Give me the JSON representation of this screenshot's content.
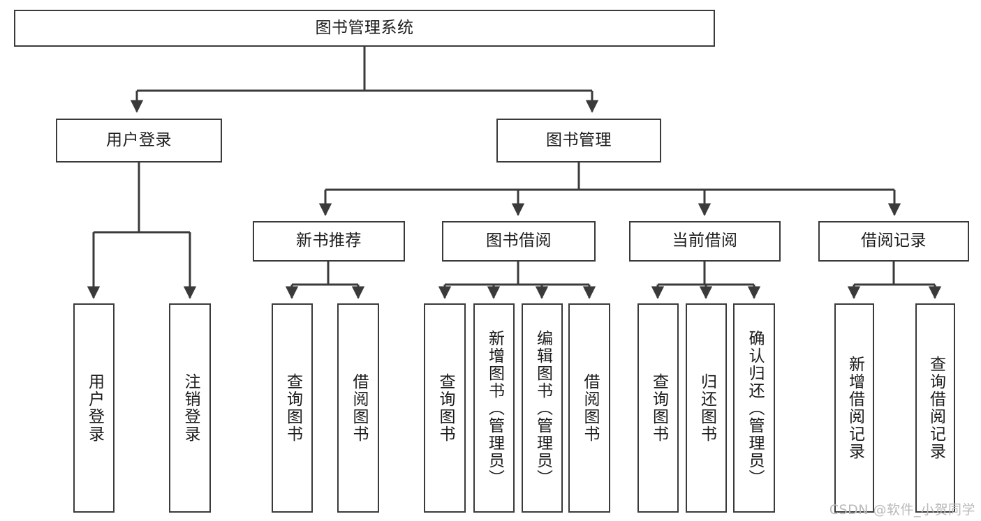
{
  "diagram": {
    "type": "tree-hierarchy",
    "title": "图书管理系统",
    "watermark": "CSDN @软件_小贺同学",
    "line_color": "#3a3a3a",
    "background_color": "#ffffff",
    "text_color": "#1b1b1b",
    "root": {
      "label": "图书管理系统"
    },
    "level2": [
      {
        "label": "用户登录"
      },
      {
        "label": "图书管理"
      }
    ],
    "level3": [
      {
        "label": "新书推荐"
      },
      {
        "label": "图书借阅"
      },
      {
        "label": "当前借阅"
      },
      {
        "label": "借阅记录"
      }
    ],
    "leaves": {
      "user_login": [
        {
          "label": "用户登录"
        },
        {
          "label": "注销登录"
        }
      ],
      "new_book_recommend": [
        {
          "label": "查询图书"
        },
        {
          "label": "借阅图书"
        }
      ],
      "book_borrow": [
        {
          "label": "查询图书"
        },
        {
          "label": "新增图书（管理员）"
        },
        {
          "label": "编辑图书（管理员）"
        },
        {
          "label": "借阅图书"
        }
      ],
      "current_borrow": [
        {
          "label": "查询图书"
        },
        {
          "label": "归还图书"
        },
        {
          "label": "确认归还（管理员）"
        }
      ],
      "borrow_record": [
        {
          "label": "新增借阅记录"
        },
        {
          "label": "查询借阅记录"
        }
      ]
    }
  }
}
